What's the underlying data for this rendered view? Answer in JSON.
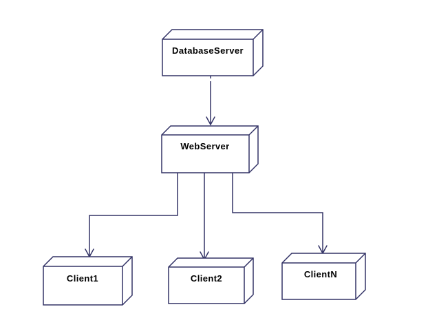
{
  "diagram": {
    "type": "uml-deployment-diagram",
    "colors": {
      "background": "#ffffff",
      "node_fill": "#ffffff",
      "line": "#333366",
      "text": "#000000"
    },
    "nodes": [
      {
        "id": "database-server",
        "label": "DatabaseServer",
        "shape": "uml-3d-node-box"
      },
      {
        "id": "web-server",
        "label": "WebServer",
        "shape": "uml-3d-node-box"
      },
      {
        "id": "client-1",
        "label": "Client1",
        "shape": "uml-3d-node-box"
      },
      {
        "id": "client-2",
        "label": "Client2",
        "shape": "uml-3d-node-box"
      },
      {
        "id": "client-n",
        "label": "ClientN",
        "shape": "uml-3d-node-box"
      }
    ],
    "edges": [
      {
        "from": "DatabaseServer",
        "to": "WebServer",
        "arrowhead": "open-v",
        "route": "straight-down"
      },
      {
        "from": "WebServer",
        "to": "Client1",
        "arrowhead": "open-v",
        "route": "down-left-down"
      },
      {
        "from": "WebServer",
        "to": "Client2",
        "arrowhead": "open-v",
        "route": "straight-down"
      },
      {
        "from": "WebServer",
        "to": "ClientN",
        "arrowhead": "open-v",
        "route": "down-right-down"
      }
    ]
  }
}
